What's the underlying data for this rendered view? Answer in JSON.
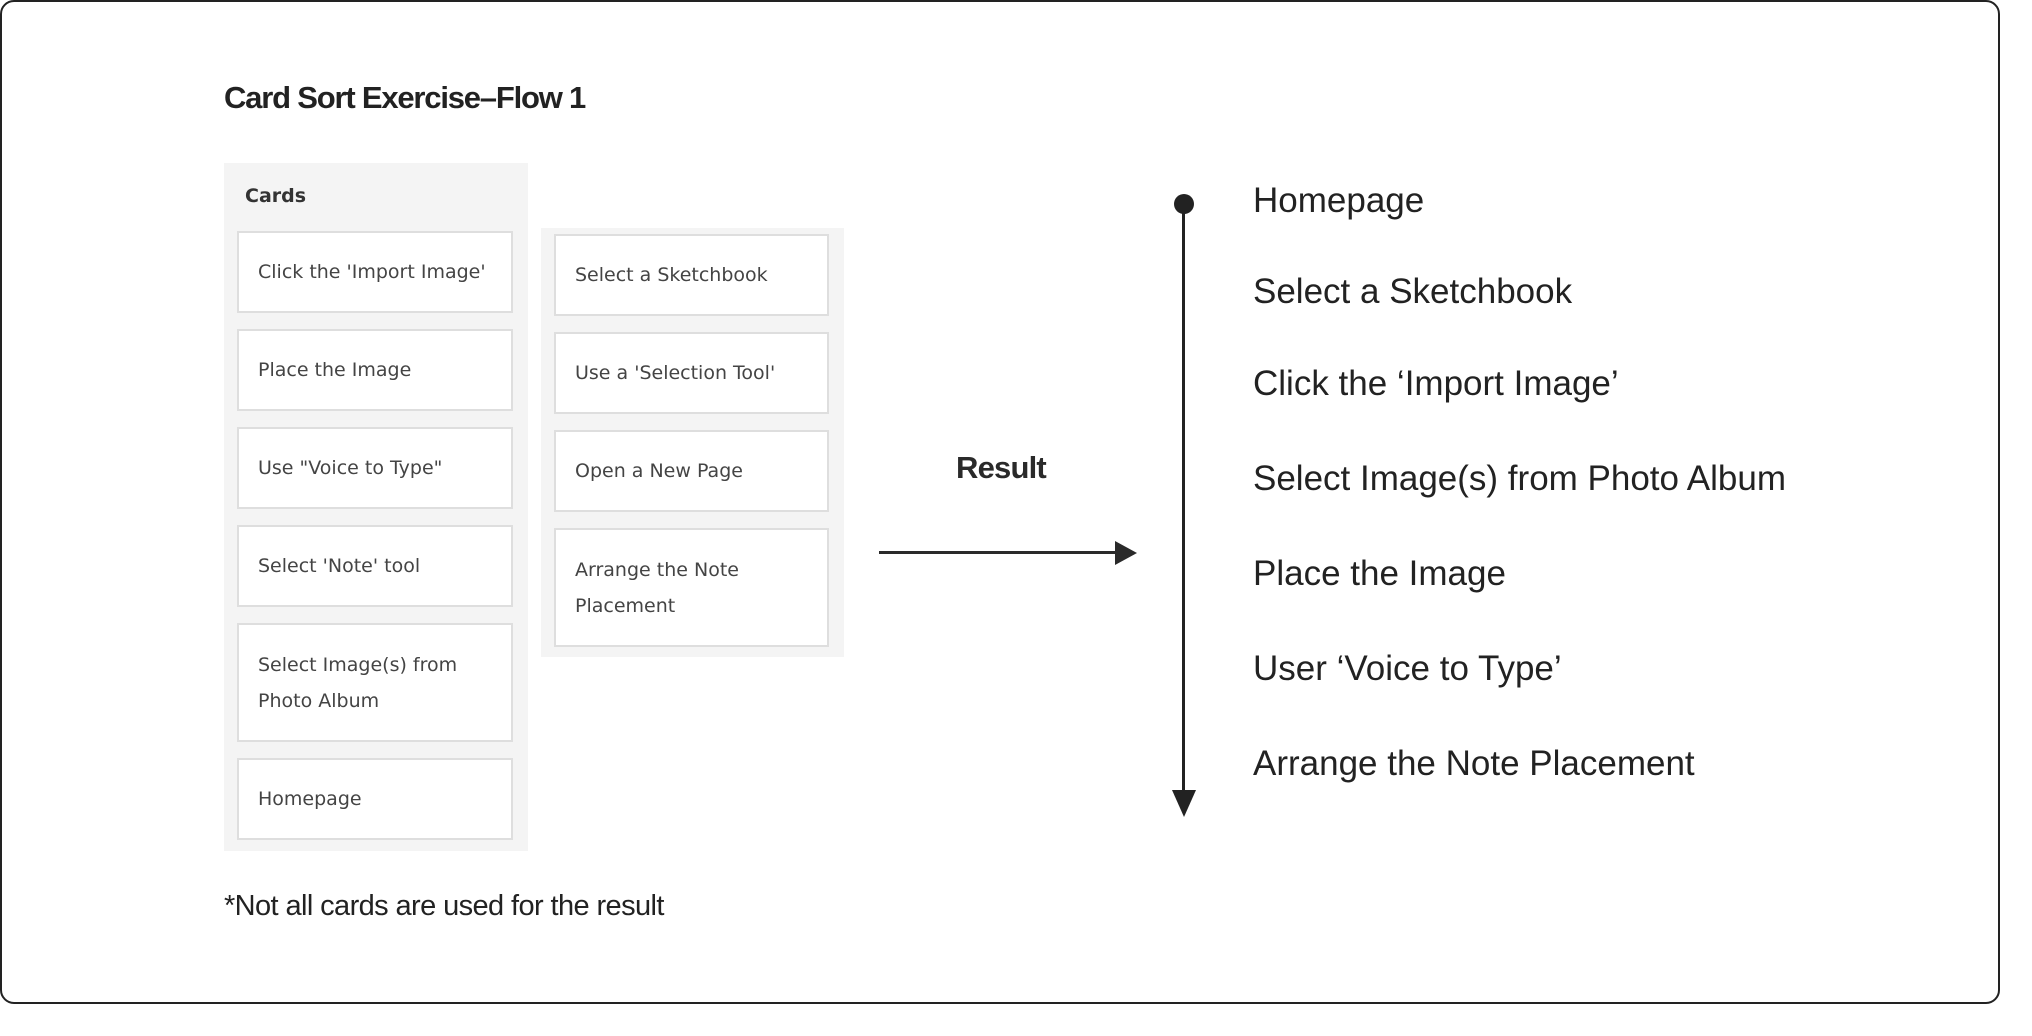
{
  "title": "Card Sort Exercise–Flow 1",
  "cards_panel": {
    "heading": "Cards",
    "column1": [
      "Click the 'Import Image'",
      "Place the Image",
      "Use \"Voice to Type\"",
      "Select 'Note' tool",
      "Select Image(s) from Photo Album",
      "Homepage"
    ],
    "column2": [
      "Select a Sketchbook",
      "Use a 'Selection Tool'",
      "Open a New Page",
      "Arrange the Note Placement"
    ]
  },
  "result_label": "Result",
  "flow_steps": [
    "Homepage",
    "Select a Sketchbook",
    "Click the ‘Import Image’",
    "Select Image(s) from Photo Album",
    "Place the Image",
    "User ‘Voice to Type’",
    "Arrange the Note Placement"
  ],
  "footnote": "*Not all cards are used for the result",
  "colors": {
    "ink": "#222222",
    "panel_bg": "#f4f4f4",
    "card_border": "#dedede",
    "back_card": "#f0f0f0"
  }
}
